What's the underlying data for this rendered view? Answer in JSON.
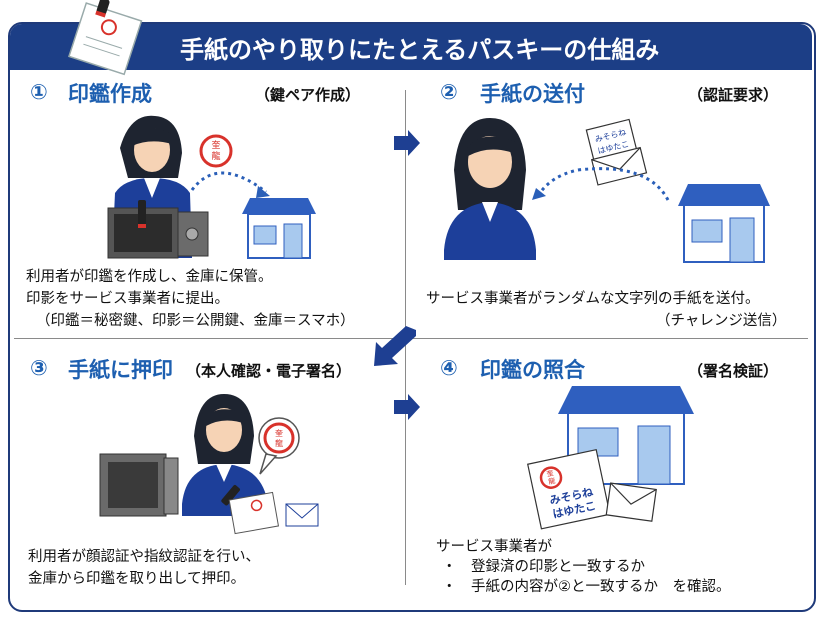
{
  "title": "手紙のやり取りにたとえるパスキーの仕組み",
  "panels": [
    {
      "num": "①",
      "heading": "印鑑作成",
      "sub": "（鍵ペア作成）",
      "lines": [
        "利用者が印鑑を作成し、金庫に保管。",
        "印影をサービス事業者に提出。",
        "（印鑑＝秘密鍵、印影＝公開鍵、金庫＝スマホ）"
      ]
    },
    {
      "num": "②",
      "heading": "手紙の送付",
      "sub": "（認証要求）",
      "lines": [
        "サービス事業者がランダムな文字列の手紙を送付。",
        "（チャレンジ送信）"
      ]
    },
    {
      "num": "③",
      "heading": "手紙に押印",
      "sub": "（本人確認・電子署名）",
      "lines": [
        "利用者が顔認証や指紋認証を行い、",
        "金庫から印鑑を取り出して押印。"
      ]
    },
    {
      "num": "④",
      "heading": "印鑑の照合",
      "sub": "（署名検証）",
      "lines": [
        "サービス事業者が",
        "・　登録済の印影と一致するか",
        "・　手紙の内容が②と一致するか　を確認。"
      ]
    }
  ],
  "seal_text": "奎龍",
  "letter_text": [
    "みそらね",
    "はゆたこ"
  ],
  "colors": {
    "navy": "#1c3e86",
    "heading_blue": "#1d5fb0",
    "seal_red": "#d8322b",
    "shop_blue": "#2f5fbf"
  }
}
